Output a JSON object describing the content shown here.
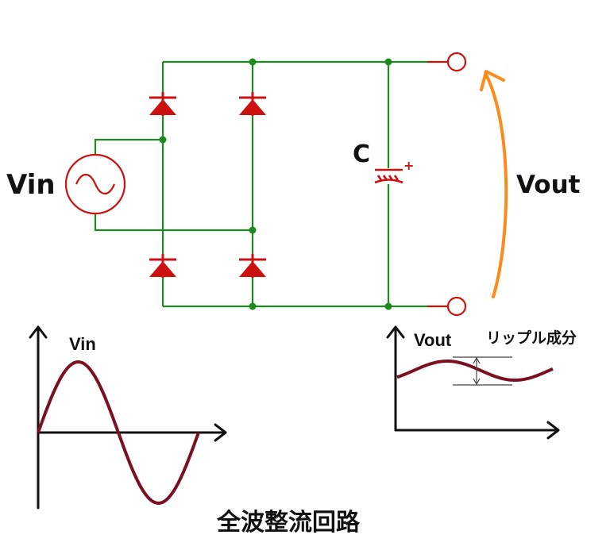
{
  "circuit": {
    "vin_label": "Vin",
    "vout_label": "Vout",
    "capacitor_label": "C",
    "capacitor_polarity": "+",
    "wire_color": "#1f8a1f",
    "component_color": "#cc1111",
    "arrow_color": "#ff8a1a"
  },
  "graphs": {
    "input": {
      "label": "Vin",
      "curve_color": "#7a1020"
    },
    "output": {
      "label": "Vout",
      "ripple_label": "リップル成分",
      "curve_color": "#7a1020"
    }
  },
  "title": "全波整流回路"
}
